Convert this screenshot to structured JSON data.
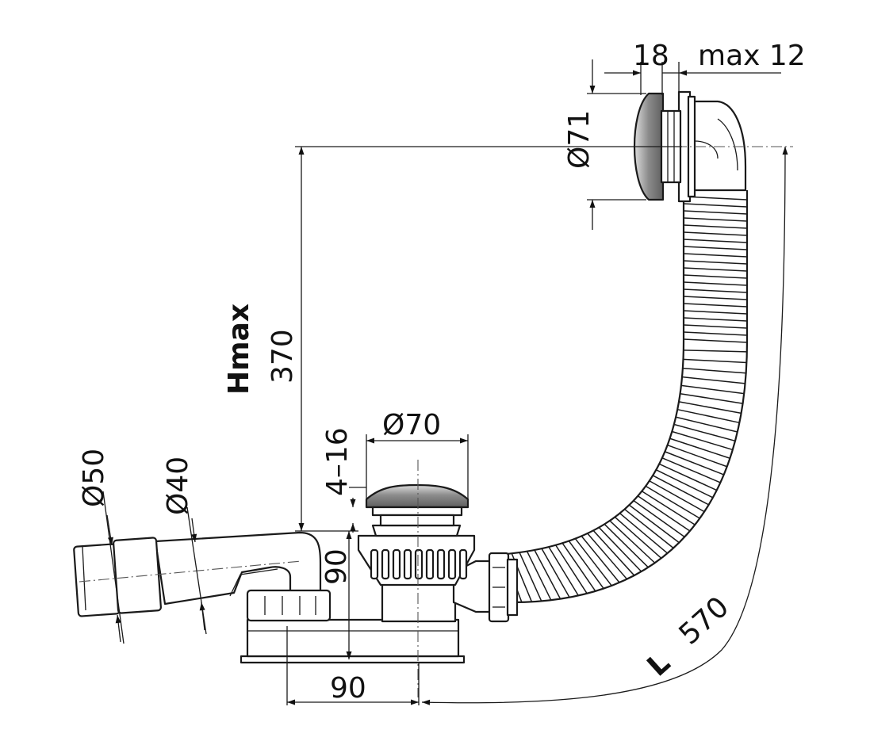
{
  "diagram": {
    "dimensions": {
      "overflow_depth": "18",
      "overflow_max_wall": "max 12",
      "overflow_diameter": "Ø71",
      "height_label": "Hmax",
      "height_value": "370",
      "plug_travel": "4–16",
      "plug_diameter": "Ø70",
      "outlet_outer_diameter": "Ø50",
      "outlet_inner_diameter": "Ø40",
      "trap_height": "90",
      "trap_offset": "90",
      "length_label": "L",
      "length_value": "570"
    },
    "colors": {
      "line": "#1a1a1a",
      "cap_gradient_dark": "#6f6f6f",
      "cap_gradient_light": "#dcdcdc",
      "background": "#ffffff"
    }
  }
}
